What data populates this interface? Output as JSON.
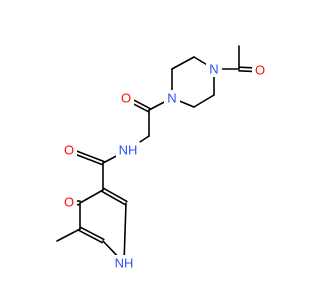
{
  "molecule": {
    "colors": {
      "bond": "#000000",
      "oxygen": "#ff0d0d",
      "nitrogen": "#3050f8",
      "background": "#ffffff"
    },
    "atoms": {
      "O_acetyl": "O",
      "N_pip_top": "N",
      "O_amide_upper": "O",
      "N_pip_bottom": "N",
      "NH_amide": "NH",
      "O_carboxamide": "O",
      "O_pyridinone": "O",
      "NH_ring": "NH"
    }
  }
}
